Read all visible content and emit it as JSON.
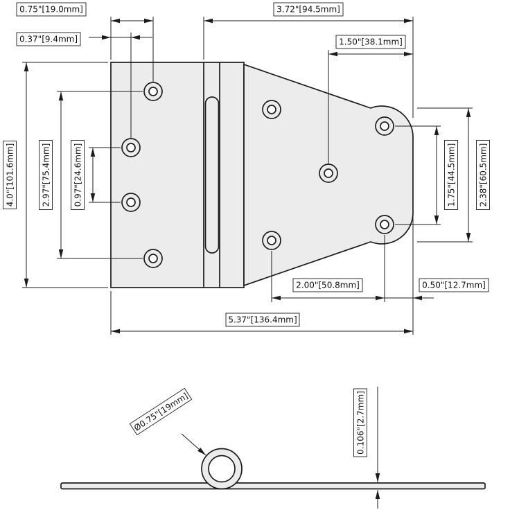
{
  "drawing": {
    "background_color": "#ffffff",
    "line_color": "#1c1c1c",
    "body_fill_color": "#ececec",
    "top_view": {
      "dim_hole_col_outer": "0.75\"[19.0mm]",
      "dim_hole_col_inner": "0.37\"[9.4mm]",
      "dim_strap_length": "3.72\"[94.5mm]",
      "dim_tip_hole_offset": "1.50\"[38.1mm]",
      "dim_overall_height": "4.0\"[101.6mm]",
      "dim_outer_holes_spacing": "2.97\"[75.4mm]",
      "dim_inner_holes_spacing": "0.97\"[24.6mm]",
      "dim_strap_holes_vertical": "1.75\"[44.5mm]",
      "dim_strap_end_height": "2.38\"[60.5mm]",
      "dim_strap_holes_horizontal": "2.00\"[50.8mm]",
      "dim_tip_hole_to_edge": "0.50\"[12.7mm]",
      "dim_overall_length": "5.37\"[136.4mm]"
    },
    "side_view": {
      "dim_knuckle_diameter": "Ø0.75\"[19mm]",
      "dim_leaf_thickness": "0.106\"[2.7mm]"
    }
  }
}
